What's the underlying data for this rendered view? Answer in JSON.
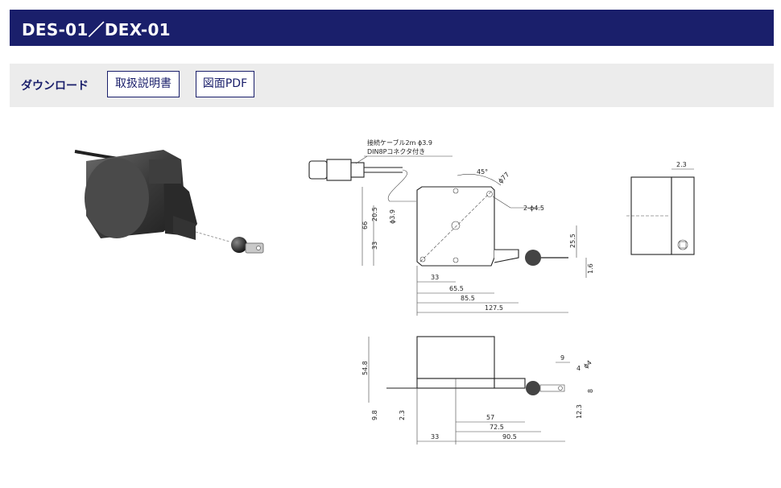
{
  "page": {
    "title": "DES-01／DEX-01"
  },
  "downloads": {
    "label": "ダウンロード",
    "buttons": {
      "manual": "取扱説明書",
      "drawing": "図面PDF"
    }
  },
  "drawing": {
    "cable_note_line1": "接続ケーブル2m ϕ3.9",
    "cable_note_line2": "DIN8Pコネクタ付き",
    "angle": "45°",
    "diameter_77": "ϕ77",
    "holes": "2-ϕ4.5",
    "front_dims": {
      "d20_5": "20.5",
      "d3_9": "ϕ3.9",
      "d66": "66",
      "d33_left": "33",
      "d25_5": "25.5",
      "d1_6": "1.6",
      "d33": "33",
      "d65_5": "65.5",
      "d85_5": "85.5",
      "d127_5": "127.5"
    },
    "side_dims": {
      "d2_3": "2.3"
    },
    "top_dims": {
      "d54_8": "54.8",
      "d9": "9",
      "d4": "4",
      "phi4": "ϕ4",
      "d8": "8",
      "d9_8": "9.8",
      "d2_3": "2.3",
      "d12_3": "12.3",
      "d57": "57",
      "d72_5": "72.5",
      "d33": "33",
      "d90_5": "90.5"
    }
  }
}
